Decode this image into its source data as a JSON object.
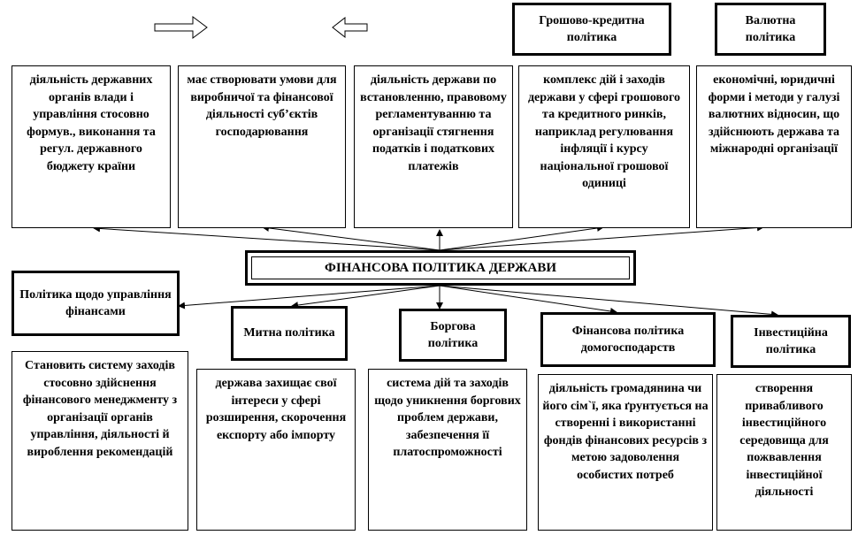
{
  "title": "ФІНАНСОВА ПОЛІТИКА ДЕРЖАВИ",
  "top_headers": [
    {
      "id": "monetary",
      "text": "Грошово-кредитна політика"
    },
    {
      "id": "currency",
      "text": "Валютна політика"
    }
  ],
  "top_descriptions": [
    {
      "id": "budget",
      "text": "діяльність державних органів влади і управління стосовно формув., виконання та регул.  державного бюджету країни"
    },
    {
      "id": "investment-conditions",
      "text": "має створювати умови для виробничої та фінансової діяльності суб’єктів господарювання"
    },
    {
      "id": "tax",
      "text": "діяльність держави по встановленню, правовому регламентуванню та організації стягнення податків і податкових платежів"
    },
    {
      "id": "monetary",
      "text": "комплекс дій і заходів держави у сфері грошового та кредитного ринків, наприклад регулювання інфляції і курсу національної грошової одиниці"
    },
    {
      "id": "currency",
      "text": "економічні, юридичні форми і методи у галузі валютних відносин, що здійснюють держава та міжнародні організації"
    }
  ],
  "bottom_headers": [
    {
      "id": "finance-management",
      "text": "Політика щодо управління фінансами"
    },
    {
      "id": "customs",
      "text": "Митна політика"
    },
    {
      "id": "debt",
      "text": "Боргова політика"
    },
    {
      "id": "household",
      "text": "Фінансова політика домогосподарств"
    },
    {
      "id": "investment",
      "text": "Інвестиційна політика"
    }
  ],
  "bottom_descriptions": [
    {
      "id": "finance-management",
      "text": "Становить систему заходів стосовно здійснення фінансового менеджменту з організації органів управління, діяльності й вироблення рекомендацій"
    },
    {
      "id": "customs",
      "text": "держава захищає свої інтереси у сфері розширення, скорочення експорту або імпорту"
    },
    {
      "id": "debt",
      "text": "система дій та заходів щодо уникнення боргових проблем держави, забезпечення її платоспроможності"
    },
    {
      "id": "household",
      "text": "діяльність громадянина чи його сім`ї, яка ґрунтується на створенні і використанні фондів фінансових ресурсів з метою задоволення особистих потреб"
    },
    {
      "id": "investment",
      "text": "створення привабливого інвестиційного середовища для пожвавлення інвестиційної діяльності"
    }
  ]
}
